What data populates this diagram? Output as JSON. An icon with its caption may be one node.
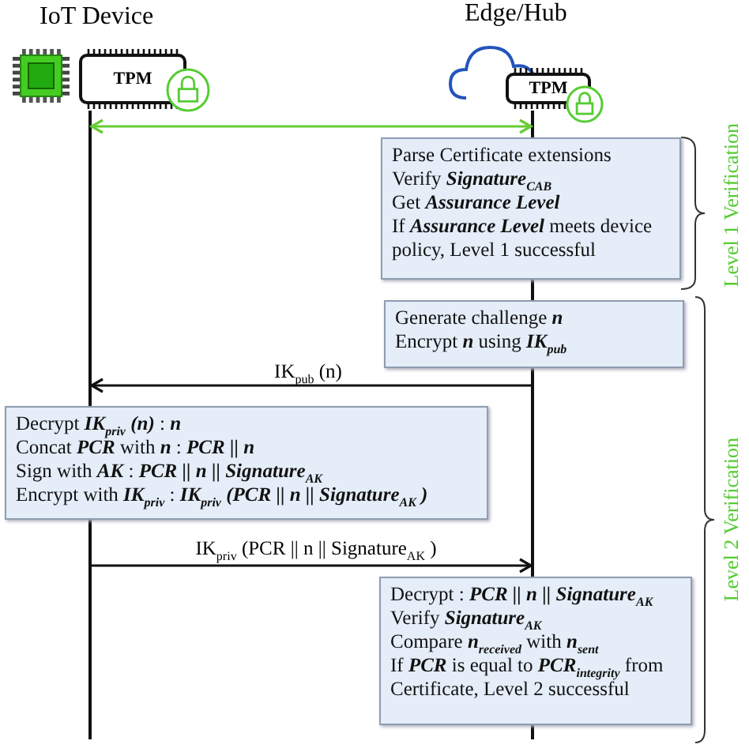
{
  "diagram": {
    "nodes": [
      {
        "text": [
          "TPM"
        ],
        "beside": [
          "IoT Device"
        ]
      },
      {
        "text": [
          "TPM"
        ],
        "beside": [
          "Edge/Hub"
        ]
      },
      {
        "text": [],
        "shape": "bar"
      },
      {
        "text": [],
        "shape": "bar"
      },
      {
        "text": [
          "Parse Certificate extensions",
          "Verify **Signature**$_{CAB}$",
          "Get **Assurance Level**",
          "If **Assurance Level** meets device policy, Level 1 successful"
        ]
      },
      {
        "text": [
          "Generate challenge **n**",
          "Encrypt **n** using **IK**$_{pub}$"
        ]
      },
      {
        "text": [
          "Decrypt **IK**$_{priv}$ **(n)** : **n**",
          "Concat **PCR** with **n** : **PCR || n**",
          "Sign with **AK** : **PCR || n || Signature**$_{AK}$",
          "Encrypt with **IK**$_{priv}$ : **IK**$_{priv}$ **(PCR || n || Signature**$_{AK}$ **)**"
        ]
      },
      {
        "text": [
          "Decrypt : **PCR || n || Signature**$_{AK}$",
          "Verify **Signature**$_{AK}$",
          "Compare **n**$_{received}$ with **n**$_{sent}$",
          "If **PCR** is equal to **PCR**$_{integrity}$ from Certificate, Level 2 successful"
        ]
      }
    ],
    "edges": [
      {
        "from": 2,
        "to": 3,
        "arrow": "both",
        "color": "#66cc33"
      },
      {
        "from": 3,
        "to": 2,
        "arrow": "to",
        "label": "IK$_{pub}$ (n)"
      },
      {
        "from": 2,
        "to": 3,
        "arrow": "to",
        "label": "IK$_{priv}$ (PCR || n || Signature$_{AK}$ )"
      }
    ],
    "labels": [
      "Level 1 Verification",
      "Level 2 Verification"
    ]
  }
}
